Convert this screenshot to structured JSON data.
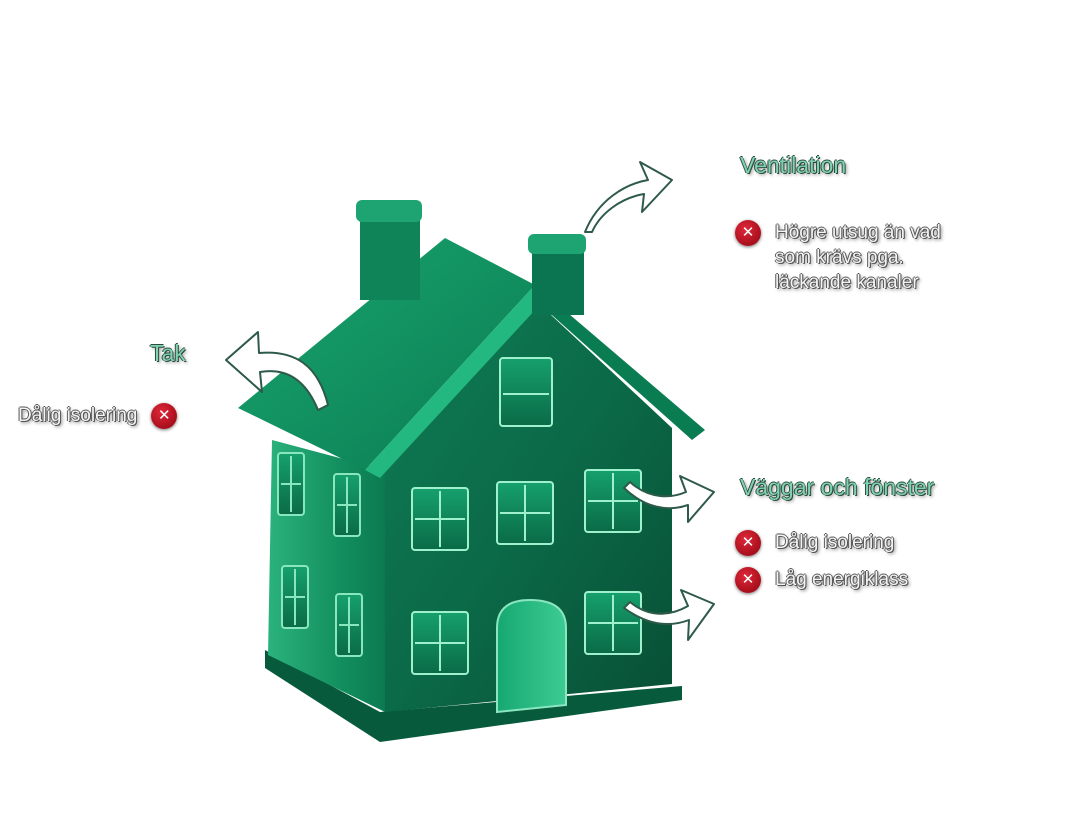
{
  "sections": {
    "ventilation": {
      "title": "Ventilation",
      "items": [
        "Högre utsug än vad\nsom krävs pga.\nläckande kanaler"
      ]
    },
    "tak": {
      "title": "Tak",
      "items": [
        "Dålig isolering"
      ]
    },
    "vaggar": {
      "title": "Väggar och fönster",
      "items": [
        "Dålig isolering",
        "Låg energiklass"
      ]
    }
  },
  "colors": {
    "house": "#0f8a5f",
    "heading": "#7fd3b0",
    "problem_badge": "#c4182a"
  },
  "icons": {
    "problem": "x-circle-icon",
    "flow": "curved-arrow-icon"
  }
}
